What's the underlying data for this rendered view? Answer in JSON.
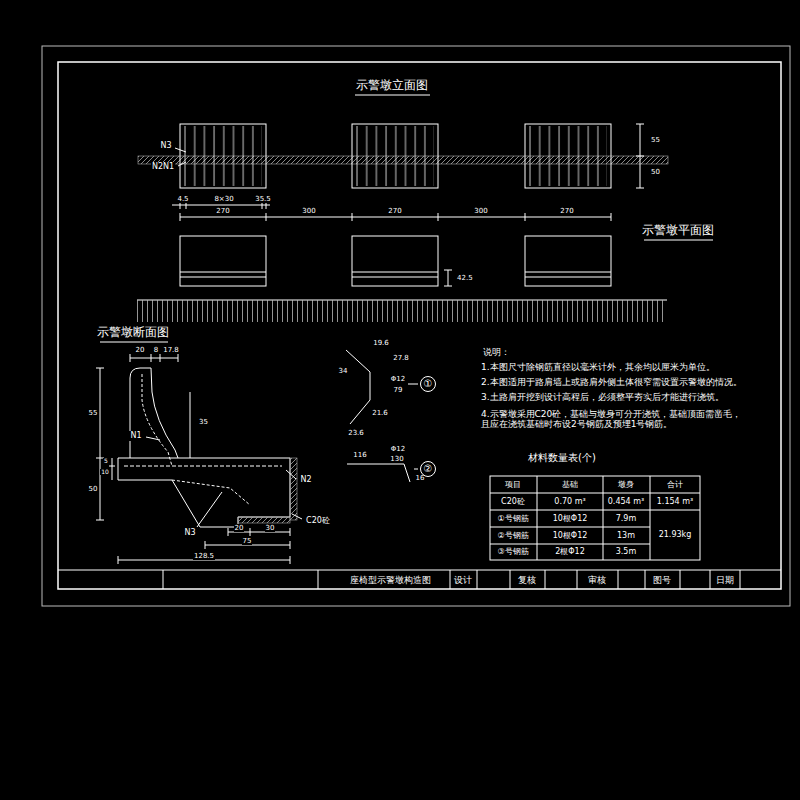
{
  "diagram": {
    "title": "座椅型示警墩构造图",
    "nodes": [
      {
        "text": [
          "①"
        ]
      },
      {
        "text": [
          "②"
        ]
      }
    ],
    "labels": [
      "示警墩立面图",
      "N3",
      "N2N1",
      "4.5",
      "8×30",
      "35.5",
      "270",
      "300",
      "270",
      "300",
      "270",
      "55",
      "50",
      "示警墩平面图",
      "42.5",
      "示警墩断面图",
      "20",
      "8",
      "17.8",
      "55",
      "50",
      "35",
      "N1",
      "10",
      "5",
      "N2",
      "N3",
      "C20砼",
      "20",
      "30",
      "75",
      "128.5",
      "19.6",
      "27.8",
      "34",
      "Φ12",
      "79",
      "21.6",
      "23.6",
      "116",
      "Φ12",
      "130",
      "16",
      "说明：",
      "1.本图尺寸除钢筋直径以毫米计外，其余均以厘米为单位。",
      "2.本图适用于路肩墙上或路肩外侧土体很窄需设置示警墩的情况。",
      "3.土路肩开挖到设计高程后，必须整平夯实后才能进行浇筑。",
      "4.示警墩采用C20砼，基础与墩身可分开浇筑，基础顶面需凿毛， 且应在浇筑基础时布设2号钢筋及预埋1号钢筋。",
      "材料数量表(个)",
      "项目",
      "基础",
      "墩身",
      "合计",
      "C20砼",
      "0.70 m³",
      "0.454 m³",
      "1.154 m³",
      "①号钢筋",
      "10根Φ12",
      "7.9m",
      "21.93kg",
      "②号钢筋",
      "10根Φ12",
      "13m",
      "③号钢筋",
      "2根Φ12",
      "3.5m",
      "设计",
      "复核",
      "审核",
      "图号",
      "日期"
    ]
  }
}
